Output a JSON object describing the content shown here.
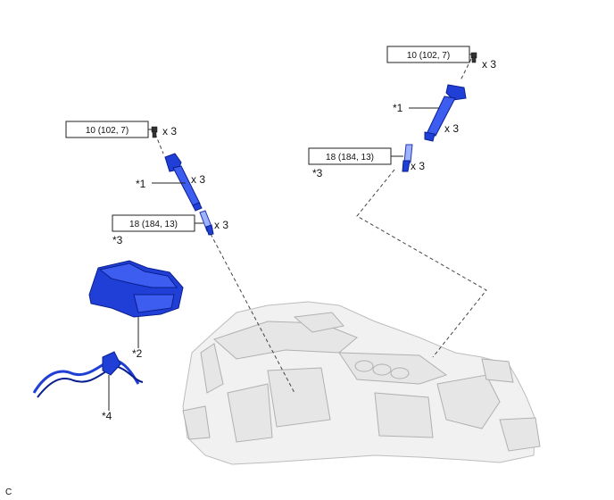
{
  "torque_labels": [
    "10 (102, 7)",
    "18 (184, 13)"
  ],
  "quantities": [
    "x 3"
  ],
  "callouts": [
    "*1",
    "*2",
    "*3",
    "*4"
  ],
  "figure_id": "C",
  "colors": {
    "part": "#1f3fd6",
    "engine": "#eeeeee",
    "line": "#222222"
  }
}
